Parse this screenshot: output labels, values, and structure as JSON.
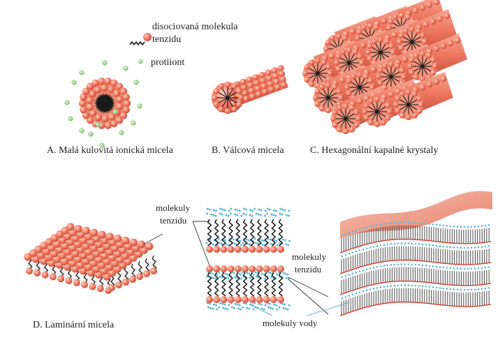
{
  "legend": {
    "molecule_line1": "disociovaná molekula",
    "molecule_line2": "tenzidu",
    "counterion": "protiiont"
  },
  "captions": {
    "a": "A. Malá kulovitá ionická micela",
    "b": "B. Válcová micela",
    "c": "C. Hexagonální kapalné krystaly",
    "d": "D. Laminární micela"
  },
  "annotations": {
    "surfactant_top_line1": "molekuly",
    "surfactant_top_line2": "tenzidu",
    "surfactant_right_line1": "molekuly",
    "surfactant_right_line2": "tenzidu",
    "water": "molekuly vody"
  },
  "colors": {
    "head": "#f07860",
    "head_dark": "#d65a44",
    "tail": "#1a1a1a",
    "counterion": "#9bd48a",
    "water": "#5bb7d8",
    "sheet_top": "#f2a090"
  }
}
